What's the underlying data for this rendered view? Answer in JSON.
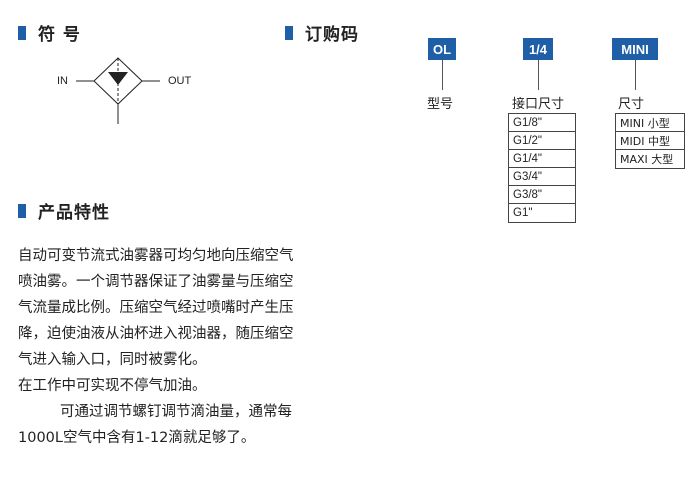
{
  "symbol": {
    "heading": "符 号",
    "in_label": "IN",
    "out_label": "OUT"
  },
  "order": {
    "heading": "订购码",
    "codes": [
      {
        "code": "OL",
        "name": "型号"
      },
      {
        "code": "1/4",
        "name": "接口尺寸"
      },
      {
        "code": "MINI",
        "name": "尺寸"
      }
    ],
    "port_sizes": [
      "G1/8\"",
      "G1/2\"",
      "G1/4\"",
      "G3/4\"",
      "G3/8\"",
      "G1\""
    ],
    "sizes": [
      "MINI 小型",
      "MIDI 中型",
      "MAXI 大型"
    ]
  },
  "features": {
    "heading": "产品特性",
    "lines": [
      "自动可变节流式油雾器可均匀地向压缩空气",
      "喷油雾。一个调节器保证了油雾量与压缩空",
      "气流量成比例。压缩空气经过喷嘴时产生压",
      "降，迫使油液从油杯进入视油器，随压缩空",
      "气进入输入口，同时被雾化。",
      "在工作中可实现不停气加油。",
      "可通过调节螺钉调节滴油量，通常每",
      "1000L空气中含有1-12滴就足够了。"
    ]
  },
  "colors": {
    "accent": "#1f5fa8"
  }
}
